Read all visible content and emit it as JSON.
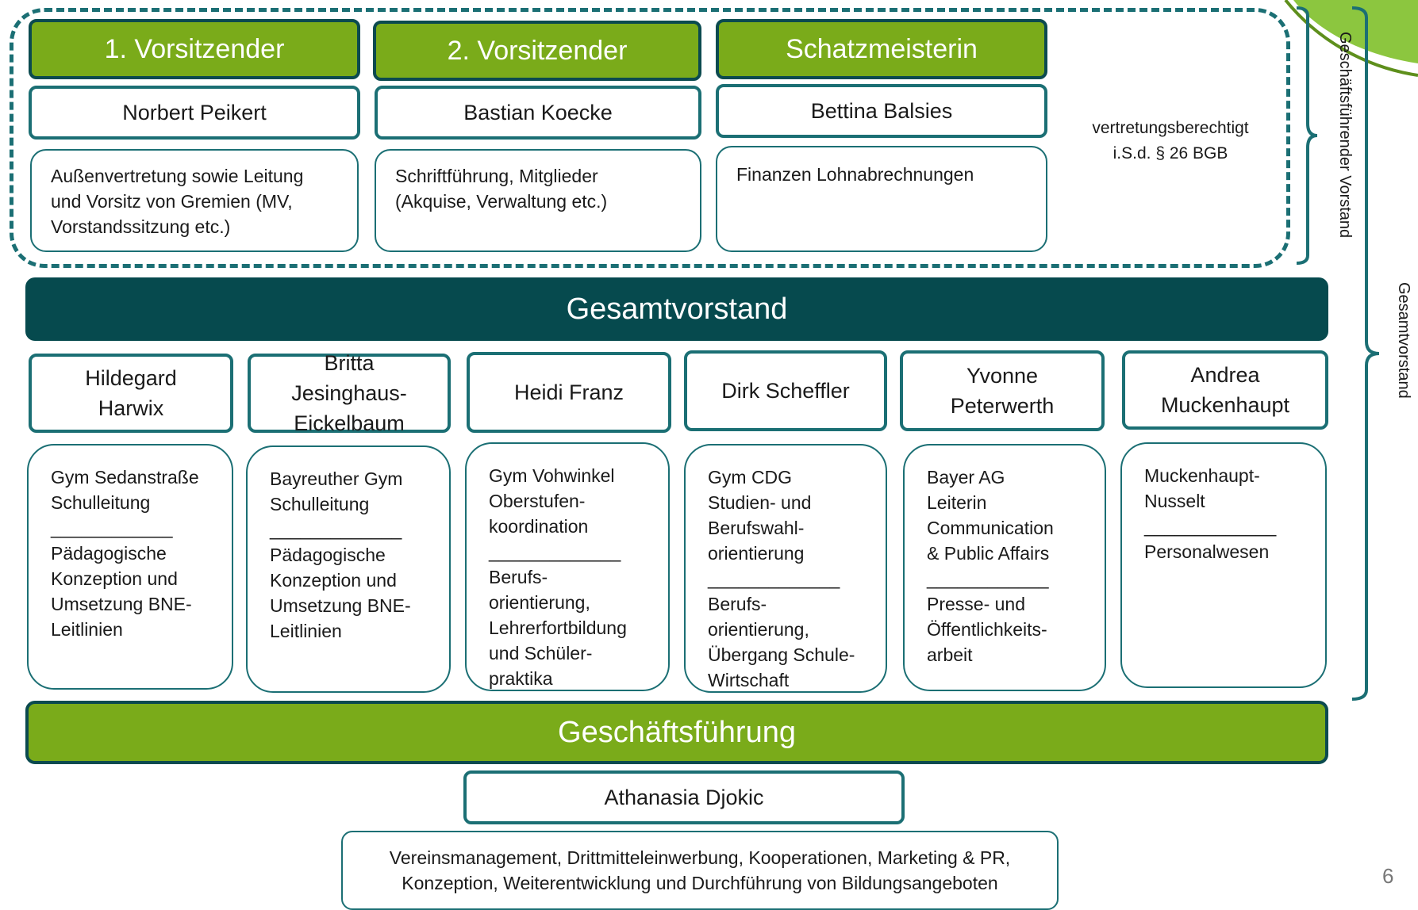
{
  "top_roles": [
    {
      "title": "1. Vorsitzender",
      "name": "Norbert Peikert",
      "desc": [
        "Außenvertretung sowie Leitung",
        "und Vorsitz von Gremien (MV,",
        "Vorstandssitzung etc.)"
      ]
    },
    {
      "title": "2. Vorsitzender",
      "name": "Bastian Koecke",
      "desc": [
        "Schriftführung, Mitglieder",
        "(Akquise, Verwaltung etc.)"
      ]
    },
    {
      "title": "Schatzmeisterin",
      "name": "Bettina Balsies",
      "desc": [
        "Finanzen Lohnabrechnungen"
      ]
    }
  ],
  "representation_note": [
    "vertretungsberechtigt",
    "i.S.d. § 26 BGB"
  ],
  "executive_board_label": "Geschäftsführender Vorstand",
  "board_label": "Gesamtvorstand",
  "board_bar": "Gesamtvorstand",
  "members": [
    {
      "name": [
        "Hildegard",
        "Harwix"
      ],
      "desc": [
        "Gym Sedanstraße",
        "Schulleitung",
        "____________",
        "Pädagogische",
        "Konzeption und",
        "Umsetzung BNE-",
        "Leitlinien"
      ]
    },
    {
      "name": [
        "Britta",
        "Jesinghaus-",
        "Eickelbaum"
      ],
      "desc": [
        "Bayreuther Gym",
        "Schulleitung",
        "_____________",
        "Pädagogische",
        "Konzeption und",
        "Umsetzung BNE-",
        "Leitlinien"
      ]
    },
    {
      "name": [
        "Heidi Franz"
      ],
      "desc": [
        "Gym Vohwinkel",
        "Oberstufen-",
        "koordination",
        "_____________",
        "Berufs-",
        "orientierung,",
        "Lehrerfortbildung",
        "und Schüler-",
        "praktika"
      ]
    },
    {
      "name": [
        "Dirk Scheffler"
      ],
      "desc": [
        "Gym CDG",
        "Studien- und",
        "Berufswahl-",
        "orientierung",
        "_____________",
        "Berufs-",
        "orientierung,",
        "Übergang Schule-",
        "Wirtschaft"
      ]
    },
    {
      "name": [
        "Yvonne",
        "Peterwerth"
      ],
      "desc": [
        "Bayer AG",
        "Leiterin",
        "Communication",
        "& Public Affairs",
        "____________",
        "Presse- und",
        "Öffentlichkeits-",
        "arbeit"
      ]
    },
    {
      "name": [
        "Andrea",
        "Muckenhaupt"
      ],
      "desc": [
        "Muckenhaupt-",
        "Nusselt",
        "_____________",
        "Personalwesen"
      ]
    }
  ],
  "management_bar": "Geschäftsführung",
  "manager_name": "Athanasia Djokic",
  "manager_desc": [
    "Vereinsmanagement, Drittmitteleinwerbung, Kooperationen, Marketing & PR,",
    "Konzeption, Weiterentwicklung und Durchführung von Bildungsangeboten"
  ],
  "page_number": "6",
  "colors": {
    "green": "#7aab1a",
    "dark_teal": "#064a4e",
    "teal": "#1b6f74"
  }
}
